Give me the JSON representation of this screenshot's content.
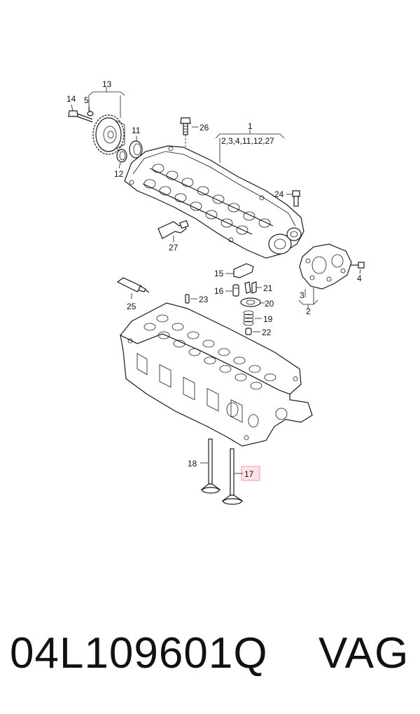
{
  "callouts": {
    "c1": "1",
    "c1_sub": "2,3,4,11,12,27",
    "c2": "2",
    "c3": "3",
    "c4": "4",
    "c5": "5",
    "c11": "11",
    "c12": "12",
    "c13": "13",
    "c14": "14",
    "c15": "15",
    "c16": "16",
    "c17": "17",
    "c18": "18",
    "c19": "19",
    "c20": "20",
    "c21": "21",
    "c22": "22",
    "c23": "23",
    "c24": "24",
    "c25": "25",
    "c26": "26",
    "c27": "27"
  },
  "highlight": {
    "callout": "17",
    "color": "#fde3e6"
  },
  "footer": {
    "part_number": "04L109601Q",
    "brand": "VAG"
  }
}
